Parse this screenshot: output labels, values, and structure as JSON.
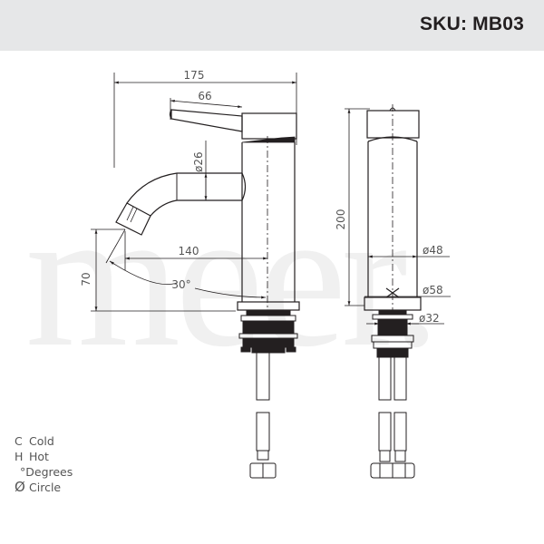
{
  "header": {
    "sku_label": "SKU: MB03",
    "background": "#e6e7e8"
  },
  "watermark": {
    "text": "meer."
  },
  "side_view": {
    "dimensions": {
      "overall_length": "175",
      "lever_length": "66",
      "spout_diameter": "ø26",
      "spout_reach": "140",
      "outlet_height": "70",
      "spout_angle": "30°"
    }
  },
  "front_view": {
    "dimensions": {
      "body_height": "200",
      "body_diameter": "ø48",
      "base_diameter": "ø58",
      "thread_diameter": "ø32"
    }
  },
  "legend": {
    "items": [
      {
        "key": "C",
        "label": "Cold"
      },
      {
        "key": "H",
        "label": "Hot"
      },
      {
        "key": "°",
        "label": "Degrees"
      },
      {
        "key": "Ø",
        "label": "Circle"
      }
    ]
  },
  "colors": {
    "line": "#231f20",
    "dim_text": "#555555",
    "watermark": "#f0f0f0"
  }
}
